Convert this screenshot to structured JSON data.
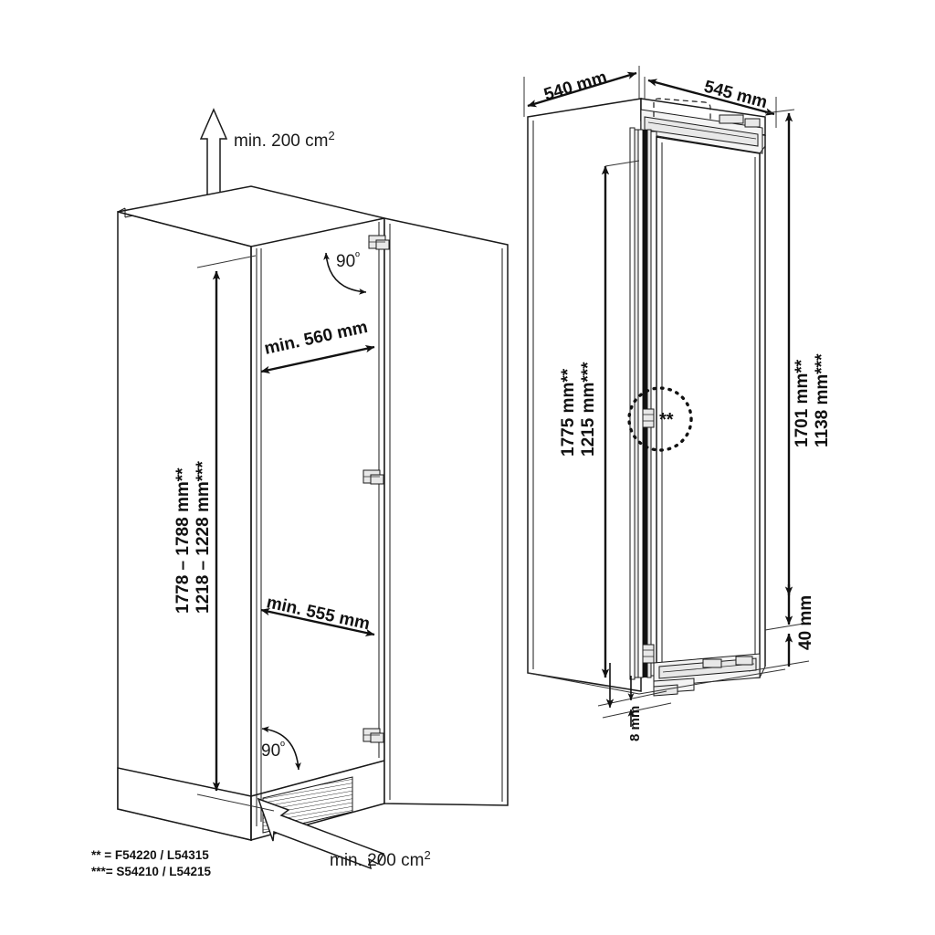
{
  "document": {
    "type": "technical-installation-drawing",
    "subject": "Built-in refrigerator niche and appliance dimensions",
    "views": [
      "cabinet-niche-left-view",
      "appliance-right-view"
    ]
  },
  "left_view": {
    "name": "Cabinet niche with door opened 90 degrees",
    "ventilation_top": {
      "label": "min. 200 cm",
      "superscript": "2",
      "icon": "up-arrow-outline"
    },
    "ventilation_bottom": {
      "label": "min. 200 cm",
      "superscript": "2",
      "icon": "grille-pointer-arrow"
    },
    "angle_top": "90",
    "angle_top_unit": "º",
    "angle_bottom": "90",
    "angle_bottom_unit": "º",
    "depth_upper": "min. 560 mm",
    "depth_lower": "min. 555 mm",
    "height_line_1": "1778 – 1788 mm**",
    "height_line_2": "1218 – 1228 mm***"
  },
  "right_view": {
    "name": "Appliance body with door, front and side dimensions",
    "width_left": "540 mm",
    "width_right": "545 mm",
    "height_inner_1": "1775 mm**",
    "height_inner_2": "1215 mm***",
    "height_outer_1": "1701 mm**",
    "height_outer_2": "1138 mm***",
    "plinth_gap": "40 mm",
    "door_gap": "8 mm",
    "hinge_callout": "**",
    "hinge_callout_name": "middle-hinge-detail-circle"
  },
  "legend": {
    "line_1": "** = F54220 / L54315",
    "line_2": "***= S54210 / L54215"
  },
  "colors": {
    "line": "#1a1a1a",
    "dimension": "#111111",
    "background": "#ffffff",
    "panel_light": "#f4f4f4",
    "panel_grey": "#e8e8e8"
  }
}
